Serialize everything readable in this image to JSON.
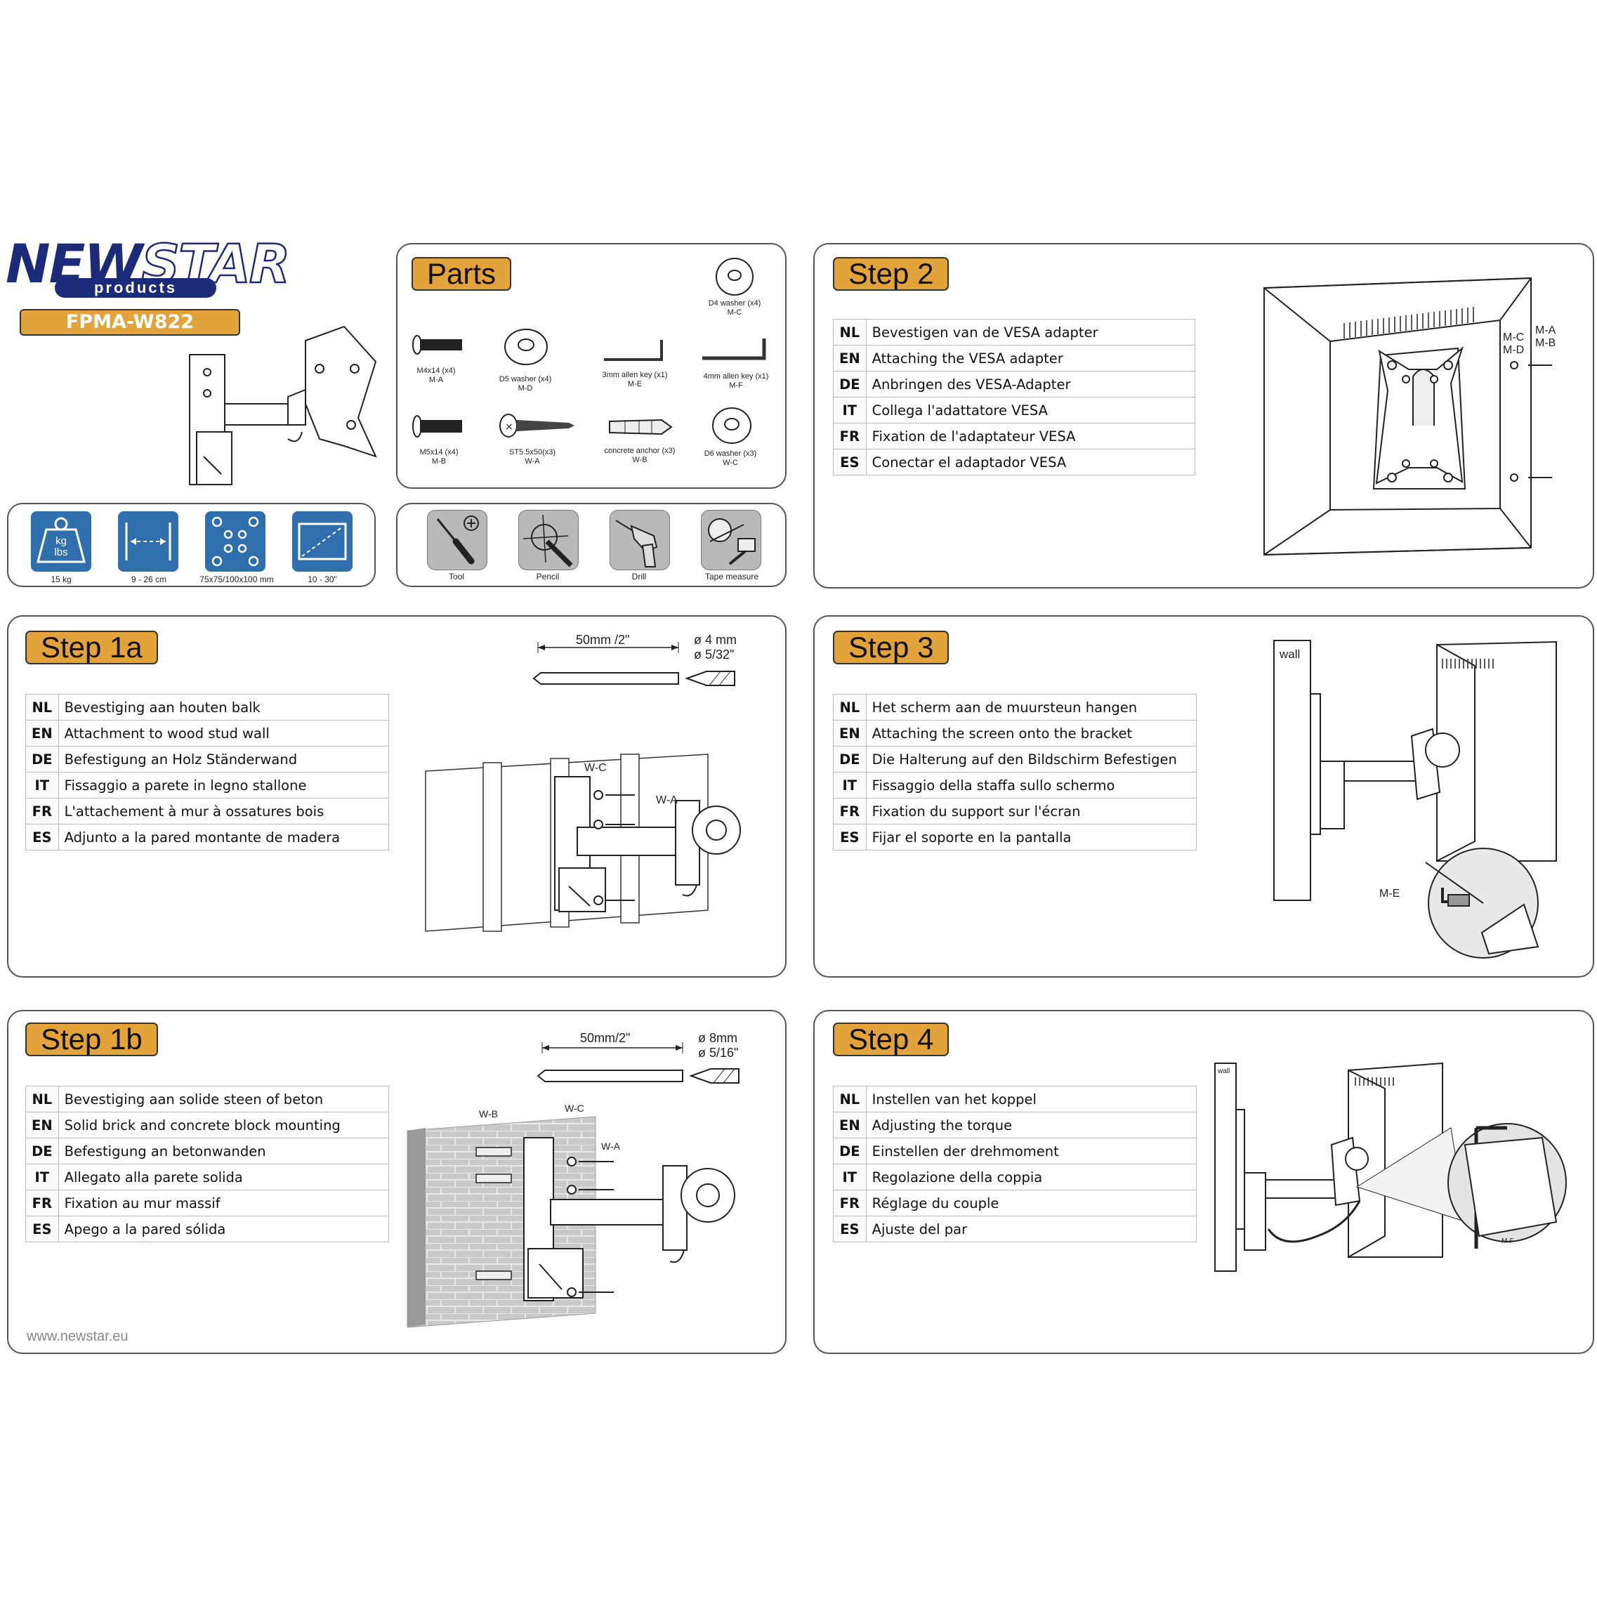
{
  "brand": {
    "name_part1": "NEW",
    "name_part2": "STAR",
    "sub": "products",
    "model": "FPMA-W822"
  },
  "specs": [
    {
      "icon": "weight-icon",
      "icon_text_1": "kg",
      "icon_text_2": "lbs",
      "label": "15 kg"
    },
    {
      "icon": "distance-icon",
      "label": "9 - 26 cm"
    },
    {
      "icon": "vesa-pattern-icon",
      "label": "75x75/100x100 mm"
    },
    {
      "icon": "screen-size-icon",
      "label": "10 - 30\""
    }
  ],
  "parts": {
    "title": "Parts",
    "items": [
      {
        "name": "D4 washer  (x4)",
        "code": "M-C"
      },
      {
        "name": "M4x14 (x4)",
        "code": "M-A"
      },
      {
        "name": "D5 washer  (x4)",
        "code": "M-D"
      },
      {
        "name": "3mm allen key (x1)",
        "code": "M-E"
      },
      {
        "name": "4mm allen key (x1)",
        "code": "M-F"
      },
      {
        "name": "M5x14 (x4)",
        "code": "M-B"
      },
      {
        "name": "ST5.5x50(x3)",
        "code": "W-A"
      },
      {
        "name": "concrete anchor (x3)",
        "code": "W-B"
      },
      {
        "name": "D6 washer (x3)",
        "code": "W-C"
      }
    ]
  },
  "tools": [
    {
      "icon": "screwdriver-icon",
      "label": "Tool"
    },
    {
      "icon": "pencil-icon",
      "label": "Pencil"
    },
    {
      "icon": "drill-icon",
      "label": "Drill"
    },
    {
      "icon": "tape-measure-icon",
      "label": "Tape measure"
    }
  ],
  "step2": {
    "title": "Step 2",
    "rows": [
      {
        "code": "NL",
        "text": "Bevestigen van de VESA adapter"
      },
      {
        "code": "EN",
        "text": "Attaching the VESA adapter"
      },
      {
        "code": "DE",
        "text": "Anbringen des VESA-Adapter"
      },
      {
        "code": "IT",
        "text": "Collega l'adattatore VESA"
      },
      {
        "code": "FR",
        "text": "Fixation de l'adaptateur VESA"
      },
      {
        "code": "ES",
        "text": "Conectar el adaptador VESA"
      }
    ],
    "callouts": {
      "mc": "M-C",
      "md": "M-D",
      "ma": "M-A",
      "mb": "M-B"
    }
  },
  "step1a": {
    "title": "Step 1a",
    "rows": [
      {
        "code": "NL",
        "text": "Bevestiging aan houten balk"
      },
      {
        "code": "EN",
        "text": "Attachment to wood stud wall"
      },
      {
        "code": "DE",
        "text": "Befestigung an Holz Ständerwand"
      },
      {
        "code": "IT",
        "text": "Fissaggio a parete in legno stallone"
      },
      {
        "code": "FR",
        "text": "L'attachement à mur à ossatures bois"
      },
      {
        "code": "ES",
        "text": "Adjunto a la pared montante de madera"
      }
    ],
    "depth": "50mm /2\"",
    "drill_1": "ø 4 mm",
    "drill_2": "ø 5/32\"",
    "callouts": {
      "wc": "W-C",
      "wa": "W-A"
    }
  },
  "step3": {
    "title": "Step 3",
    "rows": [
      {
        "code": "NL",
        "text": "Het scherm aan de muursteun hangen"
      },
      {
        "code": "EN",
        "text": "Attaching the screen onto the bracket"
      },
      {
        "code": "DE",
        "text": "Die Halterung auf den Bildschirm Befestigen"
      },
      {
        "code": "IT",
        "text": "Fissaggio della staffa sullo schermo"
      },
      {
        "code": "FR",
        "text": "Fixation du support sur l'écran"
      },
      {
        "code": "ES",
        "text": "Fijar el soporte en la pantalla"
      }
    ],
    "wall": "wall",
    "callout": "M-E"
  },
  "step1b": {
    "title": "Step 1b",
    "rows": [
      {
        "code": "NL",
        "text": "Bevestiging aan solide steen of beton"
      },
      {
        "code": "EN",
        "text": "Solid brick and concrete block mounting"
      },
      {
        "code": "DE",
        "text": "Befestigung an betonwanden"
      },
      {
        "code": "IT",
        "text": "Allegato alla parete solida"
      },
      {
        "code": "FR",
        "text": "Fixation au mur massif"
      },
      {
        "code": "ES",
        "text": "Apego a la pared sólida"
      }
    ],
    "depth": "50mm/2\"",
    "drill_1": "ø 8mm",
    "drill_2": "ø 5/16\"",
    "callouts": {
      "wb": "W-B",
      "wc": "W-C",
      "wa": "W-A"
    }
  },
  "step4": {
    "title": "Step 4",
    "rows": [
      {
        "code": "NL",
        "text": "Instellen van het koppel"
      },
      {
        "code": "EN",
        "text": "Adjusting the torque"
      },
      {
        "code": "DE",
        "text": "Einstellen der drehmoment"
      },
      {
        "code": "IT",
        "text": "Regolazione della coppia"
      },
      {
        "code": "FR",
        "text": "Réglage du couple"
      },
      {
        "code": "ES",
        "text": "Ajuste del par"
      }
    ],
    "wall": "wall",
    "callout": "M-F"
  },
  "footer": {
    "url": "www.newstar.eu"
  }
}
